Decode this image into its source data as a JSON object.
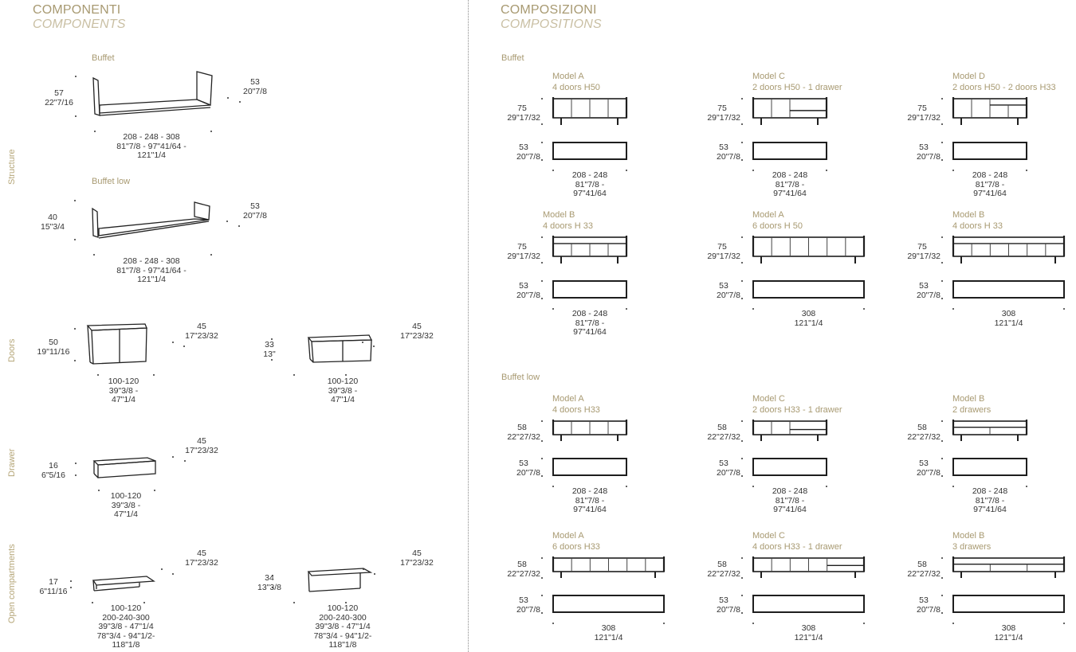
{
  "components": {
    "title_it": "COMPONENTI",
    "title_en": "COMPONENTS",
    "side_labels": [
      "Structure",
      "Doors",
      "Drawer",
      "Open compartments"
    ],
    "items": [
      {
        "label": "Buffet",
        "height": [
          "57",
          "22\"7/16"
        ],
        "depth": [
          "53",
          "20\"7/8"
        ],
        "width": [
          "208 - 248 - 308",
          "81\"7/8 - 97\"41/64 -",
          "121\"1/4"
        ]
      },
      {
        "label": "Buffet low",
        "height": [
          "40",
          "15\"3/4"
        ],
        "depth": [
          "53",
          "20\"7/8"
        ],
        "width": [
          "208 - 248 - 308",
          "81\"7/8 - 97\"41/64 -",
          "121\"1/4"
        ]
      },
      {
        "label": "",
        "height": [
          "50",
          "19\"11/16"
        ],
        "depth": [
          "45",
          "17\"23/32"
        ],
        "width": [
          "100-120",
          "39\"3/8 -",
          "47\"1/4"
        ]
      },
      {
        "label": "",
        "height": [
          "33",
          "13\""
        ],
        "depth": [
          "45",
          "17\"23/32"
        ],
        "width": [
          "100-120",
          "39\"3/8 -",
          "47\"1/4"
        ]
      },
      {
        "label": "",
        "height": [
          "16",
          "6\"5/16"
        ],
        "depth": [
          "45",
          "17\"23/32"
        ],
        "width": [
          "100-120",
          "39\"3/8 -",
          "47\"1/4"
        ]
      },
      {
        "label": "",
        "height": [
          "17",
          "6\"11/16"
        ],
        "depth": [
          "45",
          "17\"23/32"
        ],
        "width": [
          "100-120",
          "200-240-300",
          "39\"3/8 - 47\"1/4",
          "78\"3/4 - 94\"1/2-",
          "118\"1/8"
        ]
      },
      {
        "label": "",
        "height": [
          "34",
          "13\"3/8"
        ],
        "depth": [
          "45",
          "17\"23/32"
        ],
        "width": [
          "100-120",
          "200-240-300",
          "39\"3/8 - 47\"1/4",
          "78\"3/4 - 94\"1/2-",
          "118\"1/8"
        ]
      }
    ]
  },
  "compositions": {
    "title_it": "COMPOSIZIONI",
    "title_en": "COMPOSITIONS",
    "groups": [
      {
        "label": "Buffet"
      },
      {
        "label": "Buffet low"
      }
    ],
    "models": [
      {
        "name": "Model A",
        "desc": "4 doors H50",
        "h": [
          "75",
          "29\"17/32"
        ],
        "d": [
          "53",
          "20\"7/8"
        ],
        "w": [
          "208 - 248",
          "81\"7/8 -",
          "97\"41/64"
        ]
      },
      {
        "name": "Model C",
        "desc": "2 doors H50  - 1 drawer",
        "h": [
          "75",
          "29\"17/32"
        ],
        "d": [
          "53",
          "20\"7/8"
        ],
        "w": [
          "208 - 248",
          "81\"7/8 -",
          "97\"41/64"
        ]
      },
      {
        "name": "Model D",
        "desc": "2 doors  H50 - 2 doors H33",
        "h": [
          "75",
          "29\"17/32"
        ],
        "d": [
          "53",
          "20\"7/8"
        ],
        "w": [
          "208 - 248",
          "81\"7/8 -",
          "97\"41/64"
        ]
      },
      {
        "name": "Model B",
        "desc": "4 doors H 33",
        "h": [
          "75",
          "29\"17/32"
        ],
        "d": [
          "53",
          "20\"7/8"
        ],
        "w": [
          "208 - 248",
          "81\"7/8 -",
          "97\"41/64"
        ]
      },
      {
        "name": "Model A",
        "desc": "6 doors H 50",
        "h": [
          "75",
          "29\"17/32"
        ],
        "d": [
          "53",
          "20\"7/8"
        ],
        "w": [
          "308",
          "121\"1/4"
        ]
      },
      {
        "name": "Model B",
        "desc": "4 doors H 33",
        "h": [
          "75",
          "29\"17/32"
        ],
        "d": [
          "53",
          "20\"7/8"
        ],
        "w": [
          "308",
          "121\"1/4"
        ]
      },
      {
        "name": "Model A",
        "desc": "4 doors H33",
        "h": [
          "58",
          "22\"27/32"
        ],
        "d": [
          "53",
          "20\"7/8"
        ],
        "w": [
          "208 - 248",
          "81\"7/8 -",
          "97\"41/64"
        ]
      },
      {
        "name": "Model C",
        "desc": "2 doors H33  - 1 drawer",
        "h": [
          "58",
          "22\"27/32"
        ],
        "d": [
          "53",
          "20\"7/8"
        ],
        "w": [
          "208 - 248",
          "81\"7/8 -",
          "97\"41/64"
        ]
      },
      {
        "name": "Model B",
        "desc": "2 drawers",
        "h": [
          "58",
          "22\"27/32"
        ],
        "d": [
          "53",
          "20\"7/8"
        ],
        "w": [
          "208 - 248",
          "81\"7/8 -",
          "97\"41/64"
        ]
      },
      {
        "name": "Model A",
        "desc": "6 doors H33",
        "h": [
          "58",
          "22\"27/32"
        ],
        "d": [
          "53",
          "20\"7/8"
        ],
        "w": [
          "308",
          "121\"1/4"
        ]
      },
      {
        "name": "Model C",
        "desc": "4 doors H33  - 1 drawer",
        "h": [
          "58",
          "22\"27/32"
        ],
        "d": [
          "53",
          "20\"7/8"
        ],
        "w": [
          "308",
          "121\"1/4"
        ]
      },
      {
        "name": "Model B",
        "desc": "3 drawers",
        "h": [
          "58",
          "22\"27/32"
        ],
        "d": [
          "53",
          "20\"7/8"
        ],
        "w": [
          "308",
          "121\"1/4"
        ]
      }
    ]
  }
}
